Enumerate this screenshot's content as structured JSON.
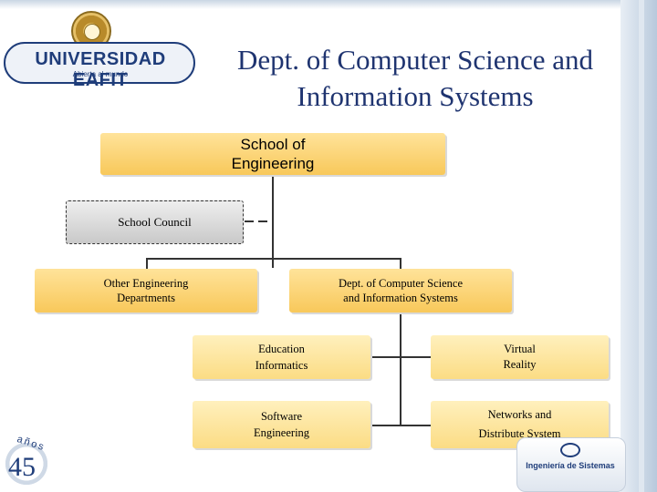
{
  "logo": {
    "name": "UNIVERSIDAD EAFIT",
    "tagline": "Abierta al mundo"
  },
  "title": "Dept. of Computer Science and Information Systems",
  "org_chart": {
    "root": "School of\nEngineering",
    "council": "School Council",
    "other_departments": "Other Engineering\nDepartments",
    "department": "Dept. of Computer Science\nand Information Systems",
    "groups": {
      "education": "Education\nInformatics",
      "virtual_reality": "Virtual\nReality",
      "software": "Software\nEngineering",
      "networks": "Networks and\nDistribute System"
    }
  },
  "badge": {
    "number": "45",
    "word": "años"
  },
  "program_logo": "Ingeniería de Sistemas",
  "colors": {
    "box_fill": "#f8c85a",
    "title_text": "#1f3470",
    "brand_blue": "#1f3d7a",
    "council_fill": "#c9c9c9"
  }
}
